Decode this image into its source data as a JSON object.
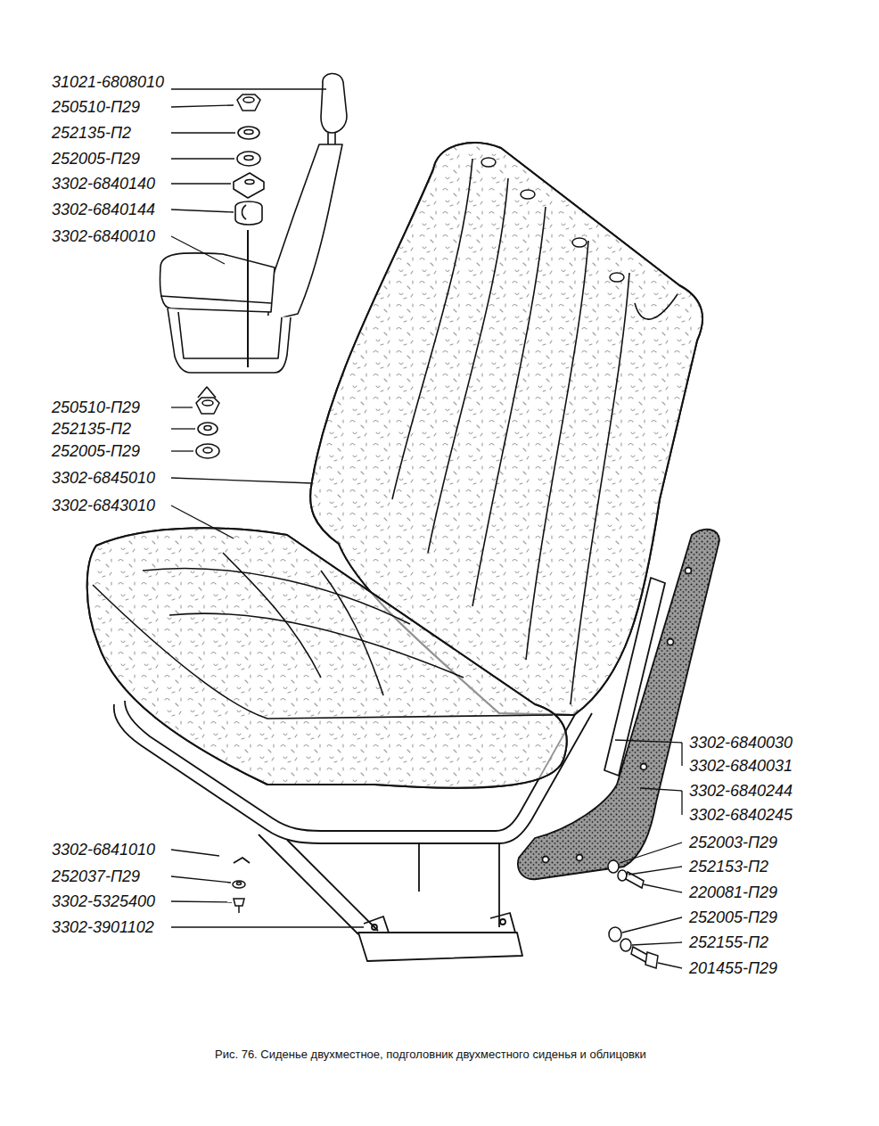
{
  "diagram": {
    "caption": "Рис. 76. Сиденье двухместное, подголовник двухместного сиденья и облицовки",
    "labels": [
      "31021-6808010",
      "250510-П29",
      "252135-П2",
      "252005-П29",
      "3302-6840140",
      "3302-6840144",
      "3302-6840010",
      "250510-П29",
      "252135-П2",
      "252005-П29",
      "3302-6845010",
      "3302-6843010",
      "3302-6840030",
      "3302-6840031",
      "3302-6840244",
      "3302-6840245",
      "3302-6841010",
      "252037-П29",
      "3302-5325400",
      "3302-3901102",
      "252003-П29",
      "252153-П2",
      "220081-П29",
      "252005-П29",
      "252155-П2",
      "201455-П29"
    ]
  }
}
